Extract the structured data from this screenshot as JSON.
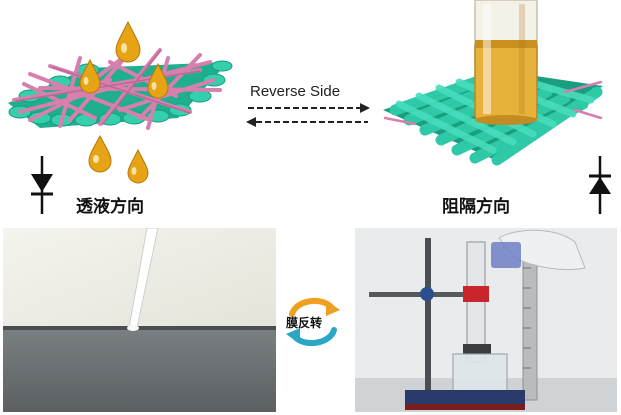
{
  "labels": {
    "penetration_direction": "透液方向",
    "barrier_direction": "阻隔方向",
    "reverse_side": "Reverse Side",
    "membrane_flip": "膜反转"
  },
  "colors": {
    "fabric_teal": "#2fc9a8",
    "fiber_pink": "#d77fae",
    "droplet_gold": "#e7a316",
    "liquid_amber": "#e6b23a",
    "arrow_green": "#f0a020",
    "arrow_blue": "#2aa7c4"
  },
  "icons": {
    "left_direction": "arrow-down-bar-icon",
    "right_direction": "arrow-up-bar-icon",
    "flip": "circular-swap-icon"
  }
}
